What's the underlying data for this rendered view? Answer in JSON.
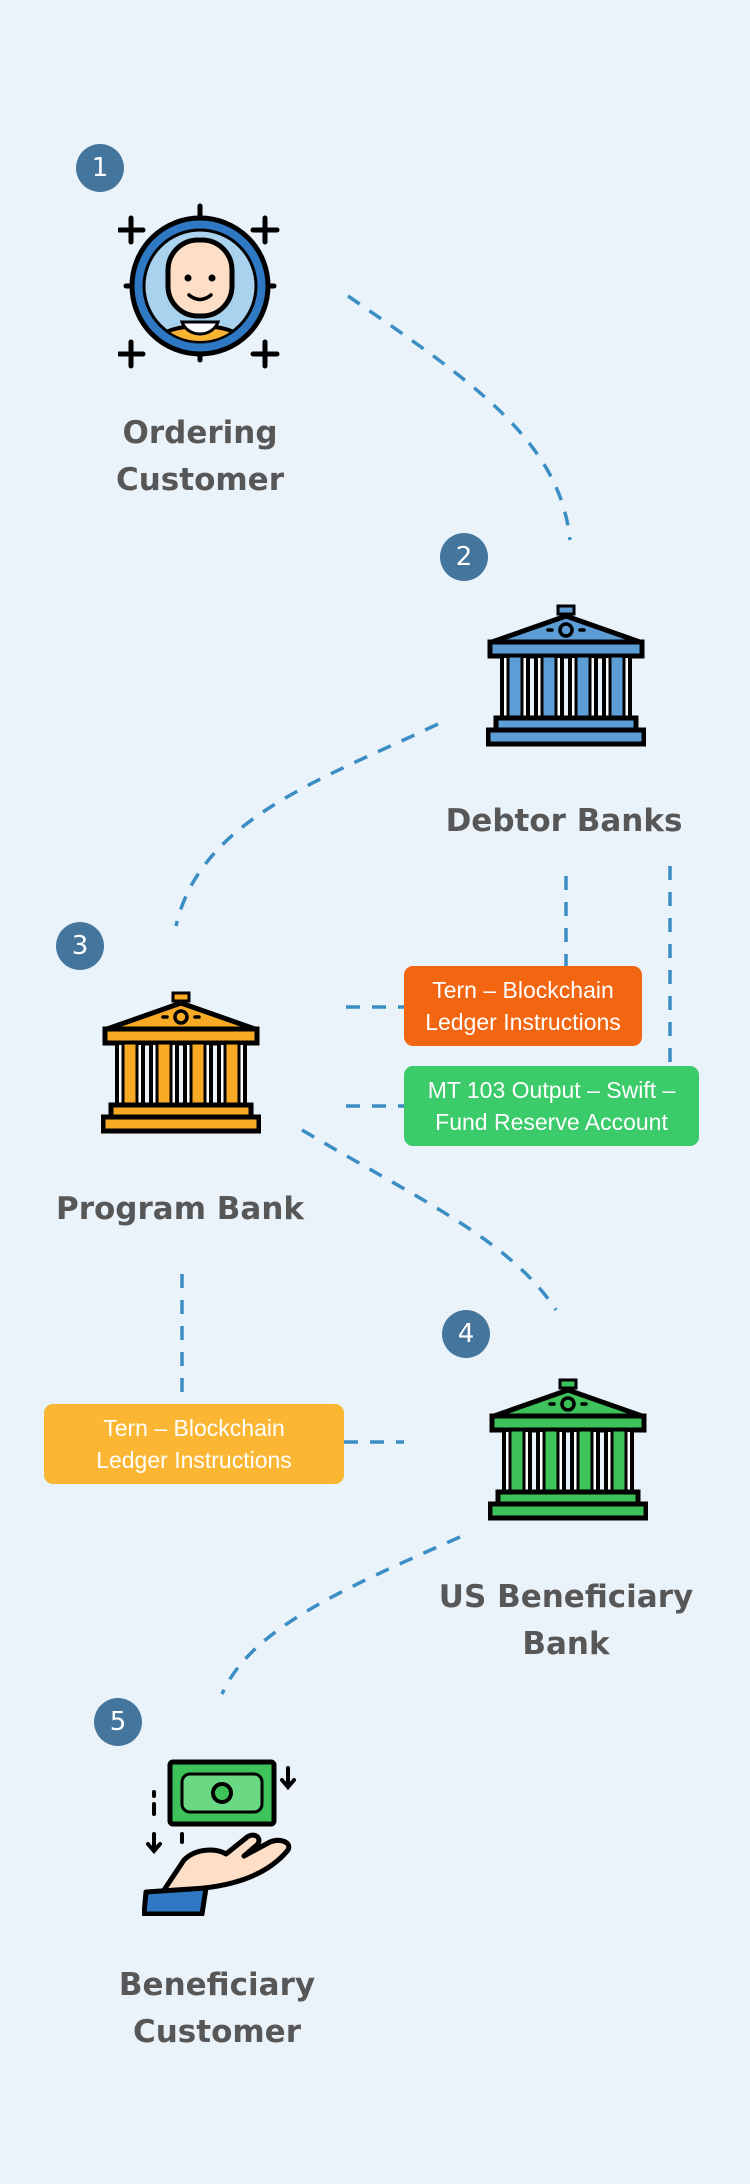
{
  "colors": {
    "background": "#eaf2fa",
    "badge": "#44759c",
    "connector": "#3a8ec4",
    "label": "#575757",
    "debtor_bank": "#5c9dd6",
    "program_bank": "#f8aa25",
    "us_beneficiary_bank": "#3ec25a",
    "box_orange": "#f26611",
    "box_green": "#3ccb6a",
    "box_yellow": "#fbb733"
  },
  "steps": [
    {
      "number": "1",
      "label": "Ordering\nCustomer",
      "icon": "customer-avatar-icon"
    },
    {
      "number": "2",
      "label": "Debtor Banks",
      "icon": "bank-icon"
    },
    {
      "number": "3",
      "label": "Program Bank",
      "icon": "bank-icon"
    },
    {
      "number": "4",
      "label": "US Beneficiary\nBank",
      "icon": "bank-icon"
    },
    {
      "number": "5",
      "label": "Beneficiary\nCustomer",
      "icon": "money-hand-icon"
    }
  ],
  "boxes": [
    {
      "text": "Tern – Blockchain\nLedger Instructions",
      "color": "#f26611"
    },
    {
      "text": "MT 103 Output – Swift –\nFund Reserve Account",
      "color": "#3ccb6a"
    },
    {
      "text": "Tern – Blockchain\nLedger Instructions",
      "color": "#fbb733"
    }
  ]
}
